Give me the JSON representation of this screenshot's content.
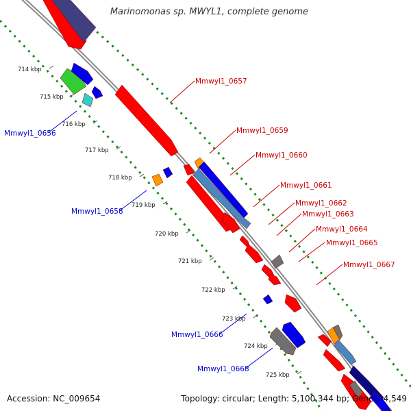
{
  "title": "Marinomonas sp. MWYL1, complete genome",
  "accession_text": "Accession: NC_009654",
  "summary_text": "Topology: circular; Length: 5,100,344 bp; Genes: 4,549",
  "colors": {
    "forward_gene": "#ff0000",
    "reverse_gene": "#0000ee",
    "rrna_like": "#ff9900",
    "dark_navy": "#0a0a80",
    "steel_blue": "#4a86c0",
    "gray": "#707070",
    "green": "#33cc33",
    "cyan": "#33cccc",
    "slate": "#404080",
    "forward_label": "#cc0000",
    "reverse_label": "#0000cc",
    "dotted_track": "#1a8a1a"
  },
  "ruler": [
    {
      "label": "714 kbp",
      "kbp": 714
    },
    {
      "label": "715 kbp",
      "kbp": 715
    },
    {
      "label": "716 kbp",
      "kbp": 716
    },
    {
      "label": "717 kbp",
      "kbp": 717
    },
    {
      "label": "718 kbp",
      "kbp": 718
    },
    {
      "label": "719 kbp",
      "kbp": 719
    },
    {
      "label": "720 kbp",
      "kbp": 720
    },
    {
      "label": "721 kbp",
      "kbp": 721
    },
    {
      "label": "722 kbp",
      "kbp": 722
    },
    {
      "label": "723 kbp",
      "kbp": 723
    },
    {
      "label": "724 kbp",
      "kbp": 724
    },
    {
      "label": "725 kbp",
      "kbp": 725
    }
  ],
  "gene_labels": [
    {
      "text": "Mmwyl1_0657",
      "strand": "forward"
    },
    {
      "text": "Mmwyl1_0659",
      "strand": "forward"
    },
    {
      "text": "Mmwyl1_0660",
      "strand": "forward"
    },
    {
      "text": "Mmwyl1_0661",
      "strand": "forward"
    },
    {
      "text": "Mmwyl1_0662",
      "strand": "forward"
    },
    {
      "text": "Mmwyl1_0663",
      "strand": "forward"
    },
    {
      "text": "Mmwyl1_0664",
      "strand": "forward"
    },
    {
      "text": "Mmwyl1_0665",
      "strand": "forward"
    },
    {
      "text": "Mmwyl1_0667",
      "strand": "forward"
    },
    {
      "text": "Mmwyl1_0656",
      "strand": "reverse"
    },
    {
      "text": "Mmwyl1_0658",
      "strand": "reverse"
    },
    {
      "text": "Mmwyl1_0666",
      "strand": "reverse"
    },
    {
      "text": "Mmwyl1_0668",
      "strand": "reverse"
    }
  ]
}
